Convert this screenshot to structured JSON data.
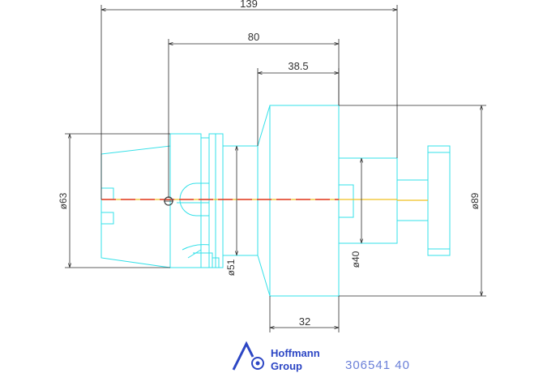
{
  "dimensions": {
    "overall_length": "139",
    "mid_length": "80",
    "short_length": "38.5",
    "flange_width": "32",
    "dia_63": "ø63",
    "dia_51": "ø51",
    "dia_40": "ø40",
    "dia_89": "ø89"
  },
  "brand": {
    "line1": "Hoffmann",
    "line2": "Group"
  },
  "part_number": "306541 40",
  "colors": {
    "outline": "#33e0e8",
    "dimension": "#2a2a2a",
    "centerline_red": "#e23a2a",
    "centerline_yellow": "#f0c020",
    "brand": "#2c46c4",
    "part_number": "#6a7fd8"
  }
}
